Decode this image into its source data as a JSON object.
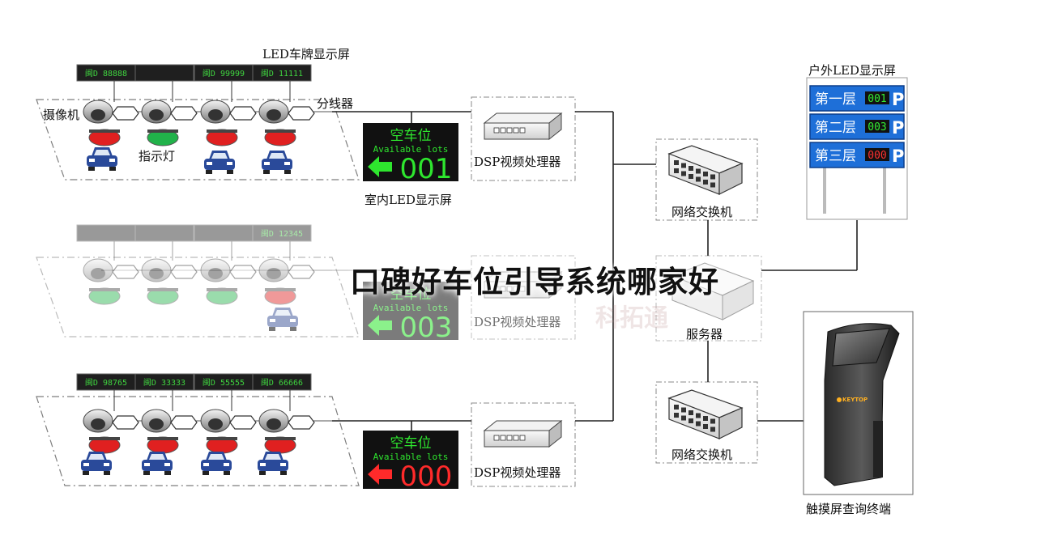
{
  "labels": {
    "led_plate_display": "LED车牌显示屏",
    "camera": "摄像机",
    "splitter": "分线器",
    "indicator_light": "指示灯",
    "indoor_led": "室内LED显示屏",
    "dsp_1": "DSP视频处理器",
    "dsp_2": "DSP视频处理器",
    "dsp_3": "DSP视频处理器",
    "switch_1": "网络交换机",
    "switch_2": "网络交换机",
    "server": "服务器",
    "outdoor_led": "户外LED显示屏",
    "kiosk": "触摸屏查询终端"
  },
  "title": "口碑好车位引导系统哪家好",
  "watermark": "科拓通",
  "plates": {
    "row1": [
      "闽D 88888",
      "",
      "闽D 99999",
      "闽D 11111"
    ],
    "row2": [
      "",
      "",
      "",
      "闽D 12345"
    ],
    "row3": [
      "闽D 98765",
      "闽D 33333",
      "闽D 55555",
      "闽D 66666"
    ]
  },
  "indoor_screens": [
    {
      "title": "空车位",
      "sub": "Available lots",
      "count": "001",
      "color": "#2ee62e"
    },
    {
      "title": "空车位",
      "sub": "Available lots",
      "count": "003",
      "color": "#2ee62e"
    },
    {
      "title": "空车位",
      "sub": "Available lots",
      "count": "000",
      "color": "#ff2a2a"
    }
  ],
  "outdoor_floors": [
    {
      "name": "第一层",
      "count": "001",
      "color": "#33ee33",
      "p": "P"
    },
    {
      "name": "第二层",
      "count": "003",
      "color": "#33ee33",
      "p": "P"
    },
    {
      "name": "第三层",
      "count": "000",
      "color": "#ff3030",
      "p": "P"
    }
  ],
  "kiosk_logo": "KEYTOP",
  "indicators": {
    "row1": [
      "red",
      "green",
      "red",
      "red"
    ],
    "row2": [
      "green",
      "green",
      "green",
      "red"
    ],
    "row3": [
      "red",
      "red",
      "red",
      "red"
    ]
  },
  "colors": {
    "led_green": "#2ee62e",
    "led_red": "#ff2a2a",
    "indicator_red": "#e02020",
    "indicator_green": "#21b24a",
    "outdoor_blue": "#1e6fd8",
    "car_blue": "#2a4a9a"
  }
}
